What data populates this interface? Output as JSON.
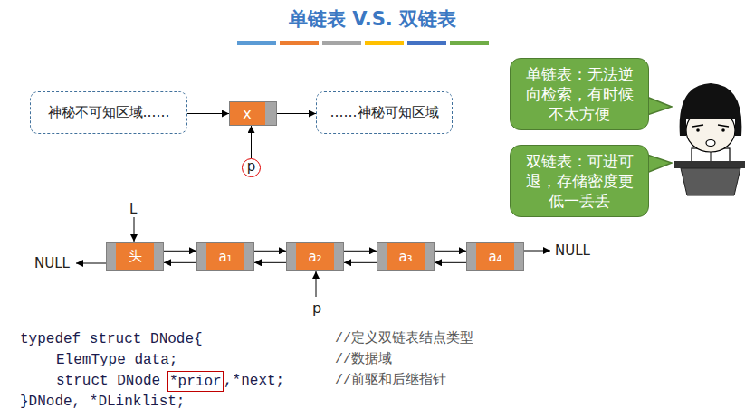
{
  "diagram": {
    "title": "单链表 V.S. 双链表",
    "nodes": [
      {
        "text": [
          "神秘不可知区域……"
        ]
      },
      {
        "text": [
          "x"
        ]
      },
      {
        "text": [
          "……神秘可知区域"
        ]
      },
      {
        "text": [
          "单链表：无法逆向检索，有时候不太方便"
        ]
      },
      {
        "text": [
          "p"
        ]
      },
      {
        "text": [
          "双链表：可进可退，存储密度更低一丢丢"
        ]
      },
      {
        "text": [
          "头"
        ]
      },
      {
        "text": [
          "a₁"
        ]
      },
      {
        "text": [
          "a₂"
        ]
      },
      {
        "text": [
          "a₃"
        ]
      },
      {
        "text": [
          "a₄"
        ]
      },
      {
        "text": [
          "*prior"
        ]
      }
    ],
    "edges": [
      {
        "from": 0,
        "to": 1,
        "arrow": "to"
      },
      {
        "from": 1,
        "to": 2,
        "arrow": "to"
      },
      {
        "from": 4,
        "to": 1,
        "arrow": "to"
      },
      {
        "from": 6,
        "to": 7,
        "arrow": "to"
      },
      {
        "from": 7,
        "to": 6,
        "arrow": "to"
      },
      {
        "from": 7,
        "to": 8,
        "arrow": "to"
      },
      {
        "from": 8,
        "to": 7,
        "arrow": "to"
      },
      {
        "from": 8,
        "to": 9,
        "arrow": "to"
      },
      {
        "from": 9,
        "to": 8,
        "arrow": "to"
      },
      {
        "from": 9,
        "to": 10,
        "arrow": "to"
      },
      {
        "from": 10,
        "to": 9,
        "arrow": "to"
      }
    ],
    "labels": [
      "L",
      "NULL",
      "NULL",
      "p",
      "typedef struct DNode{",
      "//定义双链表结点类型",
      "ElemType data;",
      "//数据域",
      "struct DNode",
      ",*next;",
      "//前驱和后继指针",
      "}DNode, *DLinklist;"
    ]
  }
}
